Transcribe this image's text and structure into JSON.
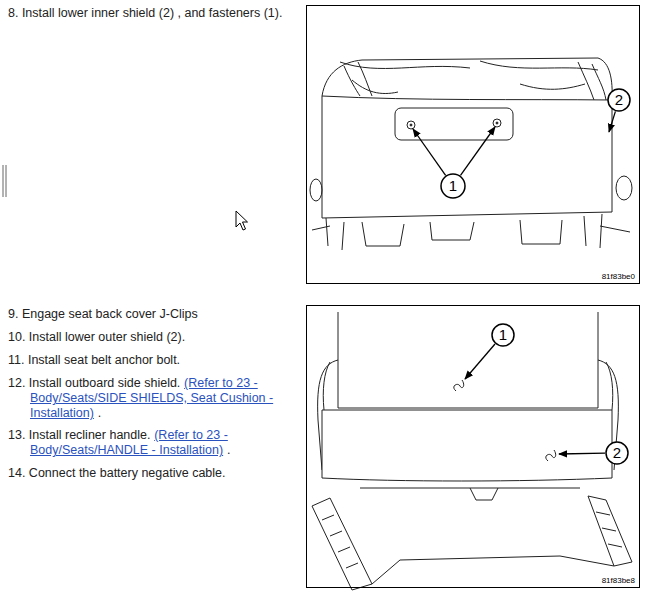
{
  "diagram": {
    "nodes": [
      {
        "text": [
          "81f83be0"
        ]
      },
      {
        "text": [
          "1"
        ],
        "in": 0
      },
      {
        "text": [
          "2"
        ],
        "in": 0
      },
      {
        "text": [
          "81f83be8"
        ]
      },
      {
        "text": [
          "1"
        ],
        "in": 3
      },
      {
        "text": [
          "2"
        ],
        "in": 3
      }
    ],
    "labels": [
      "8. Install lower inner shield (2) , and fasteners (1).",
      "9. Engage seat back cover J-Clips",
      "10. Install lower outer shield (2).",
      "11. Install seat belt anchor bolt.",
      "12. Install outboard side shield.",
      "(Refer to 23 - Body/Seats/SIDE SHIELDS, Seat Cushion - Installation)",
      ".",
      "13. Install recliner handle.",
      "(Refer to 23 - Body/Seats/HANDLE - Installation)",
      ".",
      "14. Connect the battery negative cable."
    ]
  }
}
